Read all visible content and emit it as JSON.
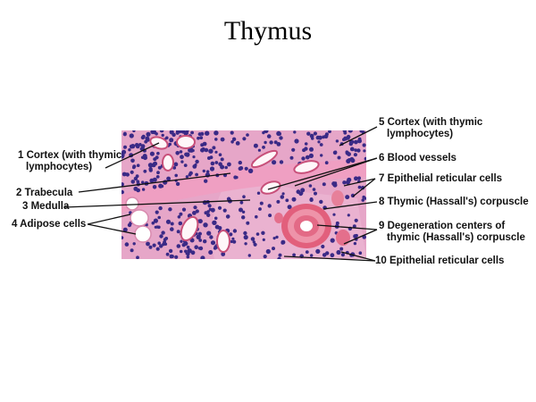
{
  "title": "Thymus",
  "labels": {
    "l1": {
      "line1": "1 Cortex (with thymic",
      "line2": "lymphocytes)"
    },
    "l2": "2 Trabecula",
    "l3": "3 Medulla",
    "l4": "4 Adipose cells",
    "l5": {
      "line1": "5 Cortex (with thymic",
      "line2": "lymphocytes)"
    },
    "l6": "6 Blood vessels",
    "l7": "7 Epithelial reticular cells",
    "l8": "8 Thymic (Hassall's) corpuscle",
    "l9": {
      "line1": "9 Degeneration centers of",
      "line2": "thymic (Hassall's) corpuscle"
    },
    "l10": "10 Epithelial reticular cells"
  },
  "colors": {
    "tissue_bg": "#e6a6c8",
    "trabecula": "#ee9cc0",
    "lymphocyte": "#3a2a86",
    "corpuscle": "#e0607a",
    "line": "#111111"
  }
}
